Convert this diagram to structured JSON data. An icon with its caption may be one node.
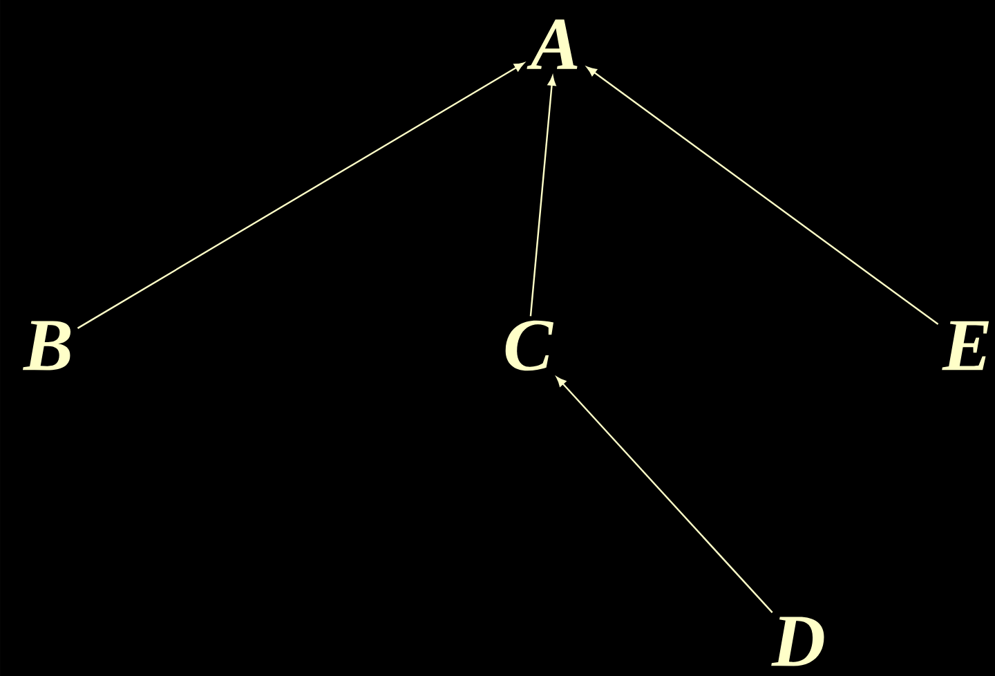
{
  "diagram": {
    "nodes": [
      {
        "text": [
          "A"
        ]
      },
      {
        "text": [
          "B"
        ]
      },
      {
        "text": [
          "C"
        ]
      },
      {
        "text": [
          "E"
        ]
      },
      {
        "text": [
          "D"
        ]
      }
    ],
    "edges": [
      {
        "from": 1,
        "to": 0,
        "arrow": "to"
      },
      {
        "from": 2,
        "to": 0,
        "arrow": "to"
      },
      {
        "from": 3,
        "to": 0,
        "arrow": "to"
      },
      {
        "from": 4,
        "to": 2,
        "arrow": "to"
      }
    ]
  }
}
